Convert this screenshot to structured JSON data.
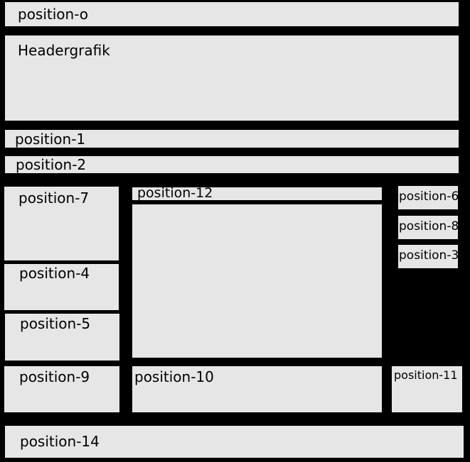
{
  "colors": {
    "background": "#000000",
    "box": "#e6e6e6",
    "text": "#000000"
  },
  "layout": {
    "position_0": "position-o",
    "header": "Headergrafik",
    "position_1": "position-1",
    "position_2": "position-2",
    "position_7": "position-7",
    "position_12": "position-12",
    "position_6": "position-6",
    "position_8": "position-8",
    "position_3": "position-3",
    "position_4": "position-4",
    "position_5": "position-5",
    "position_9": "position-9",
    "position_10": "position-10",
    "position_11": "position-11",
    "position_14": "position-14"
  }
}
